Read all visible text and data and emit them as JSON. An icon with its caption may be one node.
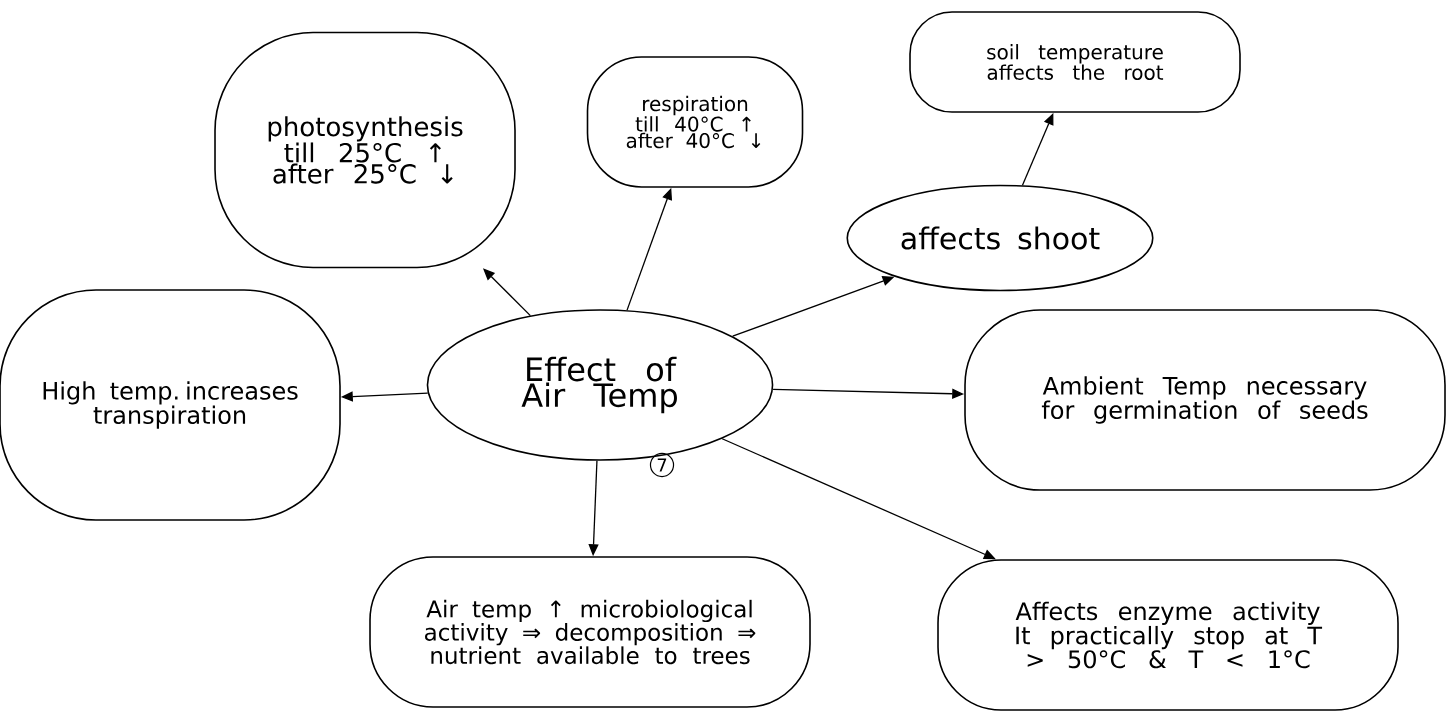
{
  "diagram": {
    "nodes": [
      {
        "text": [
          "photosynthesis till 25°C ↑ after 25°C ↓"
        ]
      },
      {
        "text": [
          "respiration till 40°C ↑ after 40°C ↓"
        ]
      },
      {
        "text": [
          "soil temperature affects the root"
        ]
      },
      {
        "text": [
          "affects shoot"
        ]
      },
      {
        "text": [
          "High temp. increases transpiration"
        ]
      },
      {
        "text": [
          "Effect of Air Temp"
        ],
        "beside": [
          "7"
        ]
      },
      {
        "text": [
          "Ambient Temp necessary for germination of seeds"
        ]
      },
      {
        "text": [
          "Air temp ↑ microbiological activity ⇒ decomposition ⇒ nutrient available to trees"
        ]
      },
      {
        "text": [
          "Affects enzyme activity It practically stop at T > 50°C & T < 1°C"
        ]
      }
    ],
    "edges": [
      {
        "from": 5,
        "to": 0,
        "arrow": "to"
      },
      {
        "from": 5,
        "to": 1,
        "arrow": "to"
      },
      {
        "from": 5,
        "to": 3,
        "arrow": "to"
      },
      {
        "from": 3,
        "to": 2,
        "arrow": "to"
      },
      {
        "from": 5,
        "to": 4,
        "arrow": "to"
      },
      {
        "from": 5,
        "to": 6,
        "arrow": "to"
      },
      {
        "from": 5,
        "to": 7,
        "arrow": "to"
      },
      {
        "from": 5,
        "to": 8,
        "arrow": "to"
      }
    ]
  }
}
